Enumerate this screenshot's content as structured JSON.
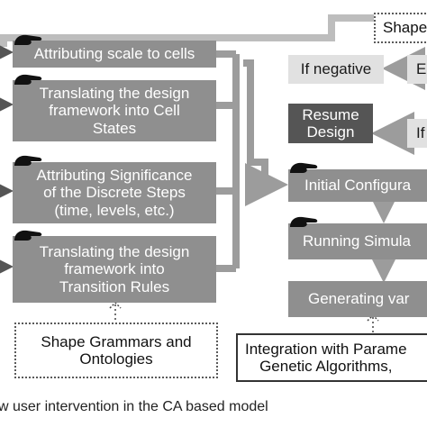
{
  "left_steps": [
    "Attributing scale to cells",
    "Translating the design\nframework into Cell\nStates",
    "Attributing Significance\nof the Discrete Steps\n(time, levels, etc.)",
    "Translating the design\nframework into\nTransition Rules"
  ],
  "shape_grammars": "Shape Grammars and\nOntologies",
  "shape_top": "Shape",
  "if_negative": "If negative",
  "e_partial": "E",
  "resume_design": "Resume\nDesign",
  "if_partial": "If",
  "right_steps": [
    "Initial Configura",
    "Running Simula",
    "Generating var"
  ],
  "integration": "Integration with Parame\nGenetic Algorithms,",
  "caption": "w user intervention in the CA based model",
  "icons": [
    "hand-pointer-icon"
  ],
  "colors": {
    "step_box": "#8f8f8f",
    "resume_box": "#555555",
    "light_box": "#e1e1e1",
    "arrow": "#9c9c9c"
  }
}
